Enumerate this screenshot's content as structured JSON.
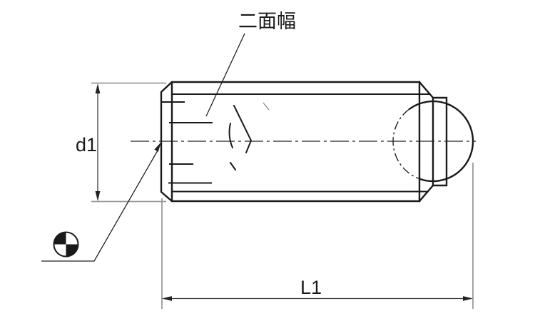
{
  "drawing": {
    "labels": {
      "width_across_flats": "二面幅",
      "diameter": "d1",
      "length": "L1"
    },
    "colors": {
      "outline": "#1a1a1a",
      "thin_line": "#222222",
      "dimension_line": "#3c3c3c",
      "extension_line": "#9a9a9a",
      "faint_line": "#8a8a8a",
      "background": "#ffffff"
    }
  }
}
